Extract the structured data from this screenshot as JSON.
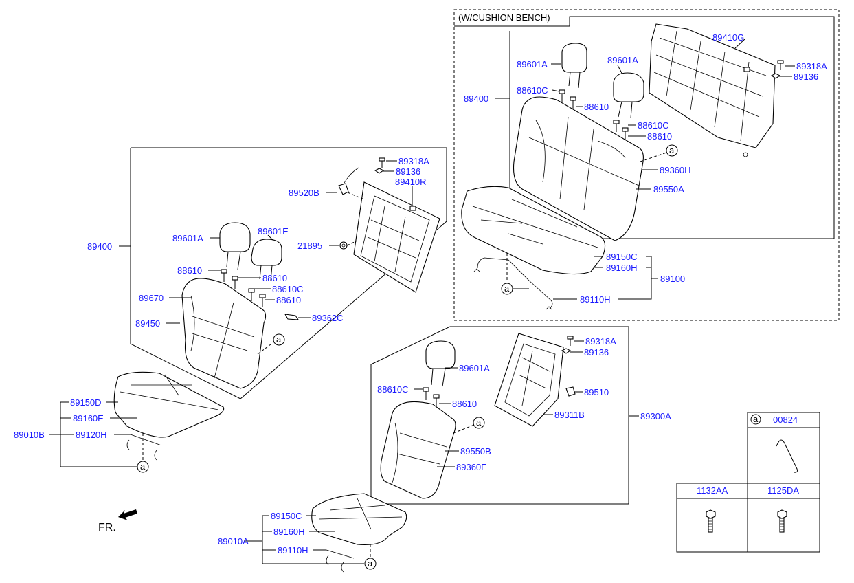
{
  "bench_box": {
    "title": "(W/CUSHION BENCH)",
    "labels": {
      "hr1": "89601A",
      "hr2": "89601A",
      "guide1": "88610C",
      "guide1b": "88610",
      "guide2": "88610C",
      "guide2b": "88610",
      "frame": "89410G",
      "bolt": "89318A",
      "clip": "89136",
      "back": "89400",
      "cover": "89360H",
      "pad": "89550A",
      "cushc": "89150C",
      "cushh": "89160H",
      "assy": "89100",
      "wire": "89110H",
      "a": "a"
    }
  },
  "left_group": {
    "labels": {
      "back": "89400",
      "hrA": "89601A",
      "hrE": "89601E",
      "g1": "88610",
      "g2": "88610",
      "g3": "88610C",
      "g4": "88610",
      "cover": "89670",
      "pad": "89450",
      "clipb": "89362C",
      "lock": "89520B",
      "frame": "89410R",
      "bolt": "89318A",
      "clip": "89136",
      "nut": "21895",
      "a": "a"
    }
  },
  "left_cushion": {
    "labels": {
      "d": "89150D",
      "e": "89160E",
      "h": "89120H",
      "assy": "89010B",
      "a": "a"
    }
  },
  "right_group": {
    "labels": {
      "hr": "89601A",
      "g1": "88610C",
      "g2": "88610",
      "bolt": "89318A",
      "clip": "89136",
      "lock": "89510",
      "frame": "89311B",
      "pad": "89550B",
      "cover": "89360E",
      "assy": "89300A",
      "a": "a"
    }
  },
  "center_cushion": {
    "labels": {
      "c": "89150C",
      "h": "89160H",
      "wire": "89110H",
      "assy": "89010A",
      "a": "a"
    }
  },
  "parts_table": {
    "a_symbol": "a",
    "top_part": "00824",
    "col1": "1132AA",
    "col2": "1125DA"
  },
  "direction": {
    "label": "FR."
  }
}
